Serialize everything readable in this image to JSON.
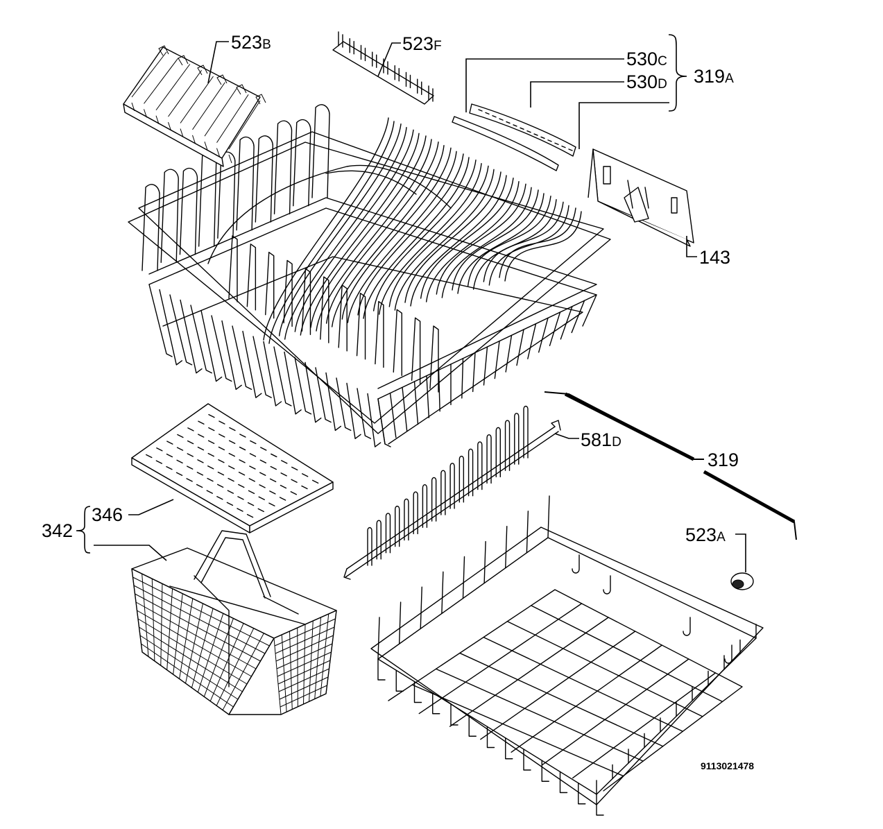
{
  "labels": {
    "l523b": {
      "num": "523",
      "suffix": "B"
    },
    "l523f": {
      "num": "523",
      "suffix": "F"
    },
    "l530c": {
      "num": "530",
      "suffix": "C"
    },
    "l530d": {
      "num": "530",
      "suffix": "D"
    },
    "l319a": {
      "num": "319",
      "suffix": "A"
    },
    "l143": {
      "num": "143",
      "suffix": ""
    },
    "l581d": {
      "num": "581",
      "suffix": "D"
    },
    "l319": {
      "num": "319",
      "suffix": ""
    },
    "l346": {
      "num": "346",
      "suffix": ""
    },
    "l342": {
      "num": "342",
      "suffix": ""
    },
    "l523a": {
      "num": "523",
      "suffix": "A"
    }
  },
  "drawing_code": "9113021478"
}
